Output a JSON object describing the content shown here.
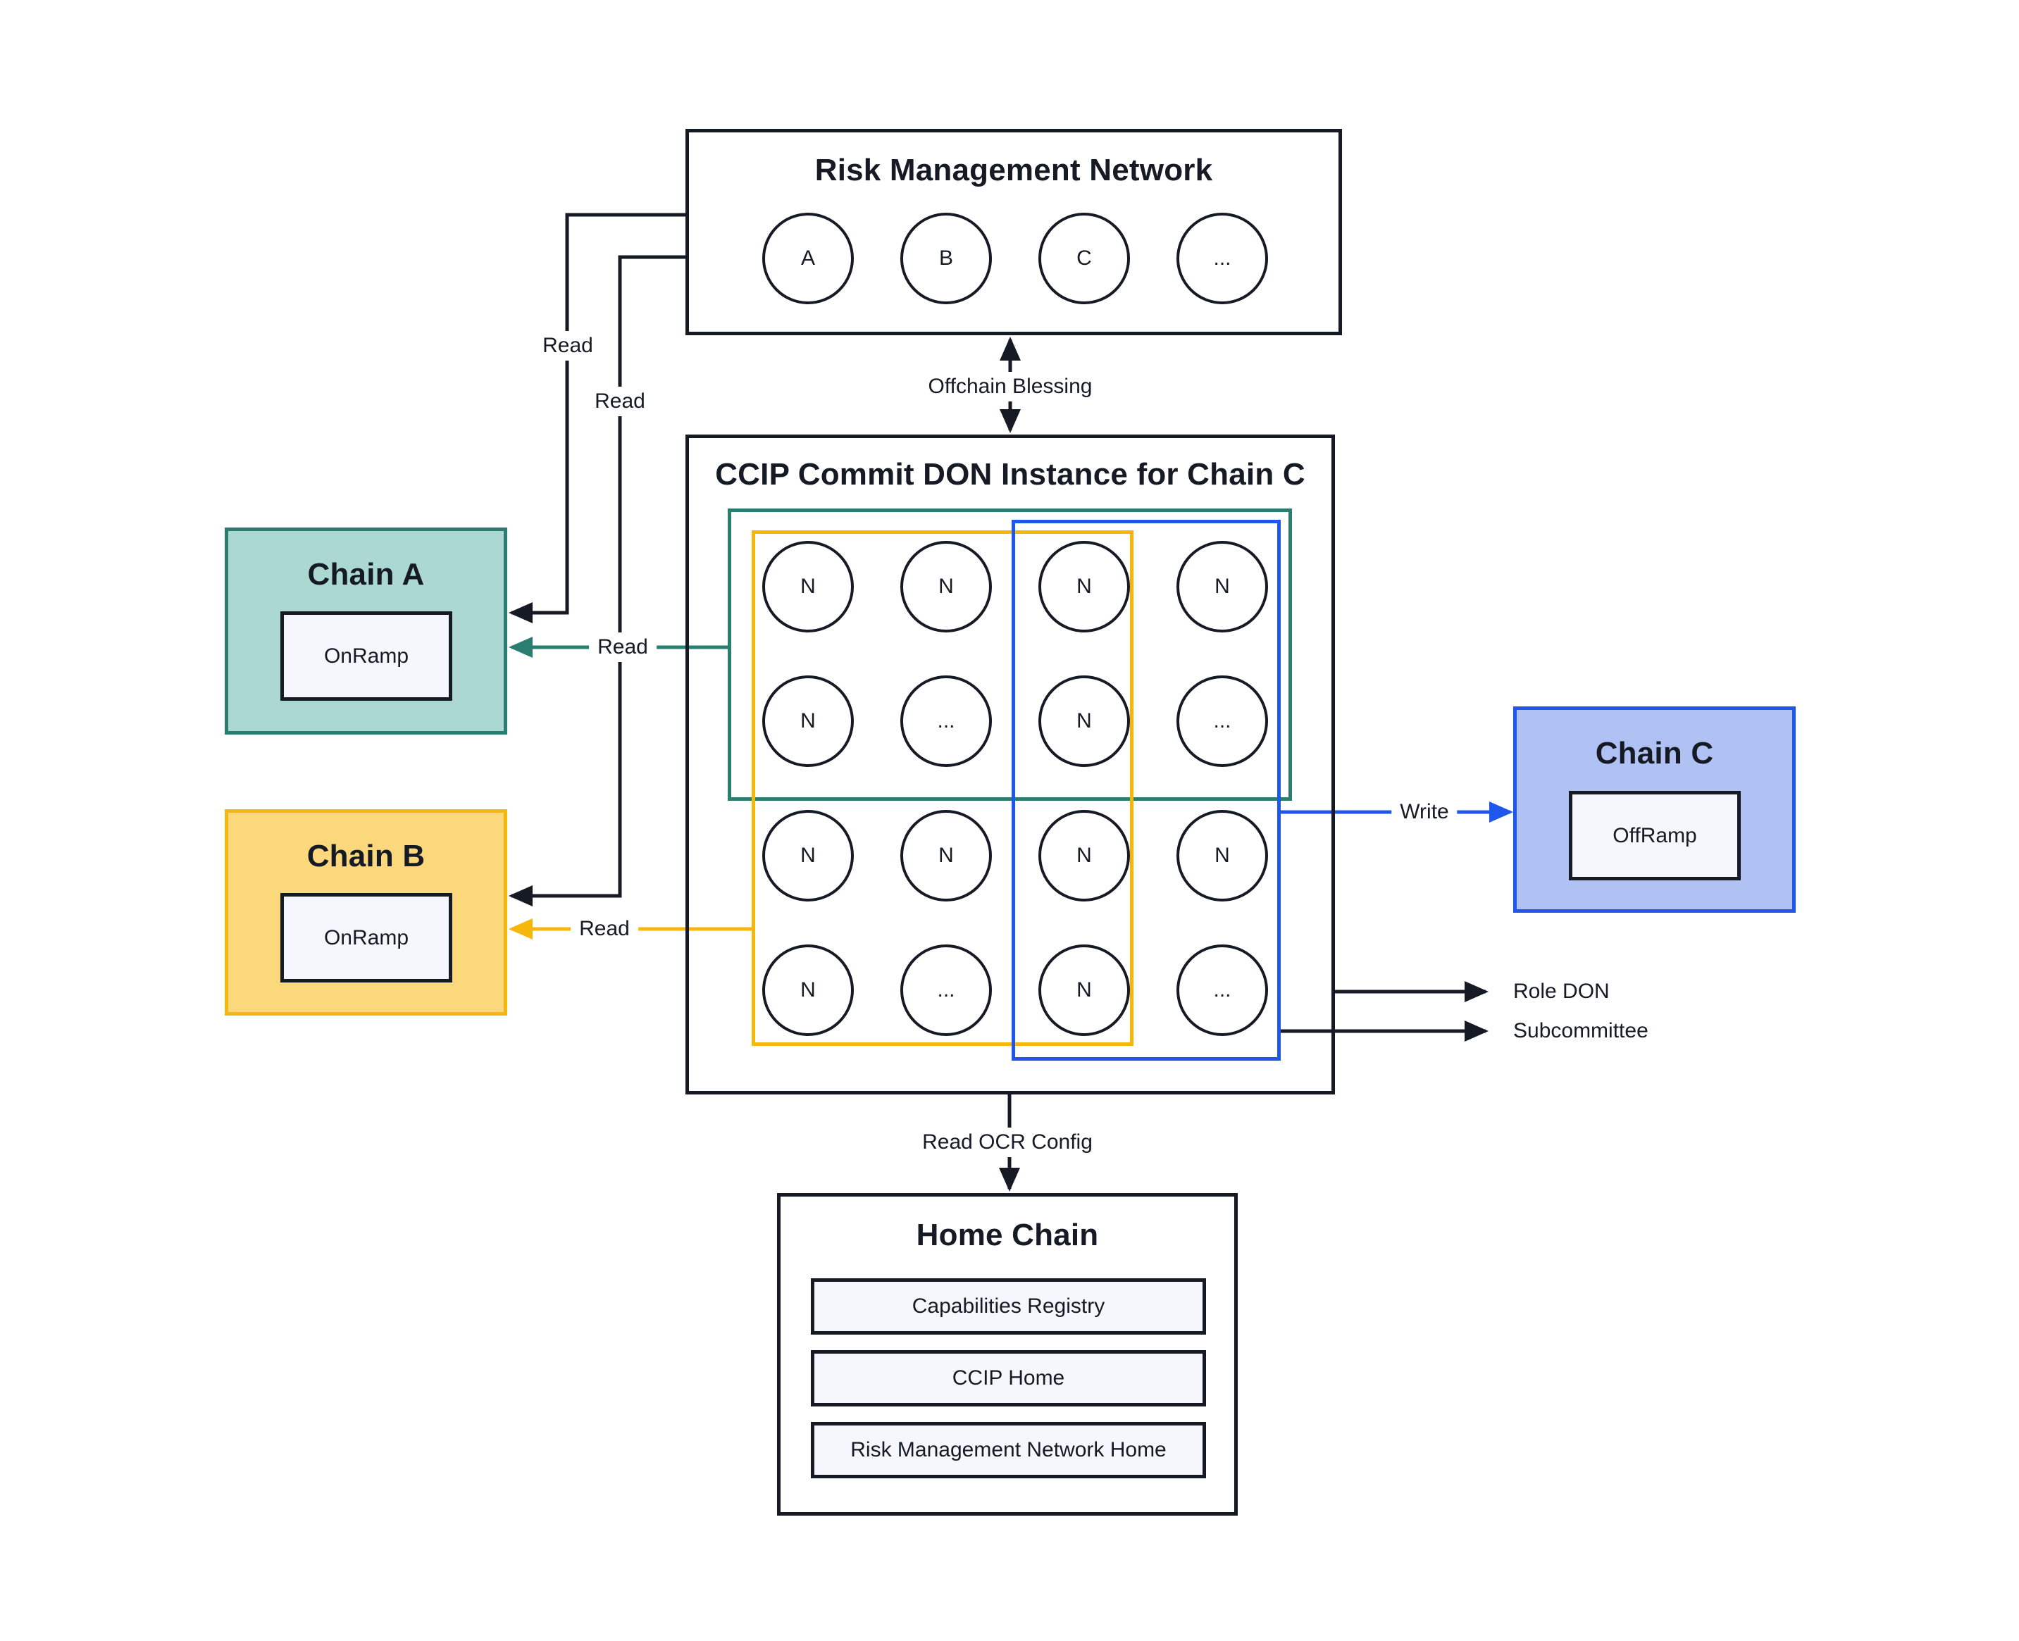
{
  "colors": {
    "ink": "#151a24",
    "teal": "#2b7d6f",
    "teal_fill": "#abd9d1",
    "yellow": "#f5b70a",
    "yellow_fill": "#fcd87d",
    "blue": "#1f56eb",
    "blue_fill": "#b0c2f4",
    "contract_fill": "#f6f7fc"
  },
  "risk_management_network": {
    "title": "Risk Management Network",
    "nodes": [
      "A",
      "B",
      "C",
      "..."
    ]
  },
  "ccip_don": {
    "title": "CCIP Commit DON Instance for Chain C",
    "nodes": [
      "N",
      "N",
      "N",
      "N",
      "N",
      "...",
      "N",
      "...",
      "N",
      "N",
      "N",
      "N",
      "N",
      "...",
      "N",
      "..."
    ]
  },
  "chain_a": {
    "title": "Chain A",
    "contract": "OnRamp"
  },
  "chain_b": {
    "title": "Chain B",
    "contract": "OnRamp"
  },
  "chain_c": {
    "title": "Chain C",
    "contract": "OffRamp"
  },
  "home_chain": {
    "title": "Home Chain",
    "contracts": [
      "Capabilities Registry",
      "CCIP Home",
      "Risk Management Network Home"
    ]
  },
  "labels": {
    "read_rmn_to_chain_a": "Read",
    "read_rmn_to_chain_b": "Read",
    "read_don_to_chain_a": "Read",
    "read_don_to_chain_b": "Read",
    "offchain_blessing": "Offchain Blessing",
    "write": "Write",
    "role_don": "Role DON",
    "subcommittee": "Subcommittee",
    "read_ocr_config": "Read OCR Config"
  }
}
